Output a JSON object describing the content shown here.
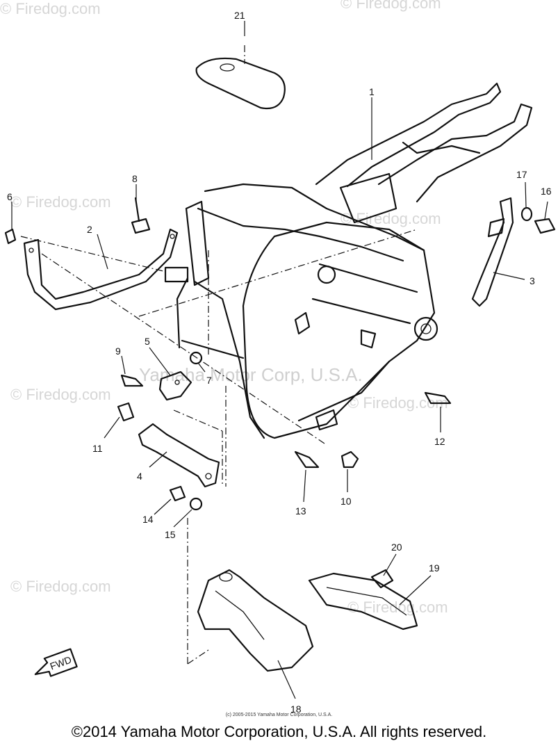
{
  "watermarks": {
    "firedog": "© Firedog.com",
    "yamaha": "Yamaha Motor Corp, U.S.A."
  },
  "labels": [
    "1",
    "2",
    "3",
    "4",
    "5",
    "6",
    "7",
    "8",
    "9",
    "10",
    "11",
    "12",
    "13",
    "14",
    "15",
    "16",
    "17",
    "18",
    "19",
    "20",
    "21"
  ],
  "fwd_arrow": "FWD",
  "small_credit": "(c) 2005-2015 Yamaha Motor Corporation, U.S.A.",
  "copyright": "©2014 Yamaha Motor Corporation, U.S.A. All rights reserved."
}
